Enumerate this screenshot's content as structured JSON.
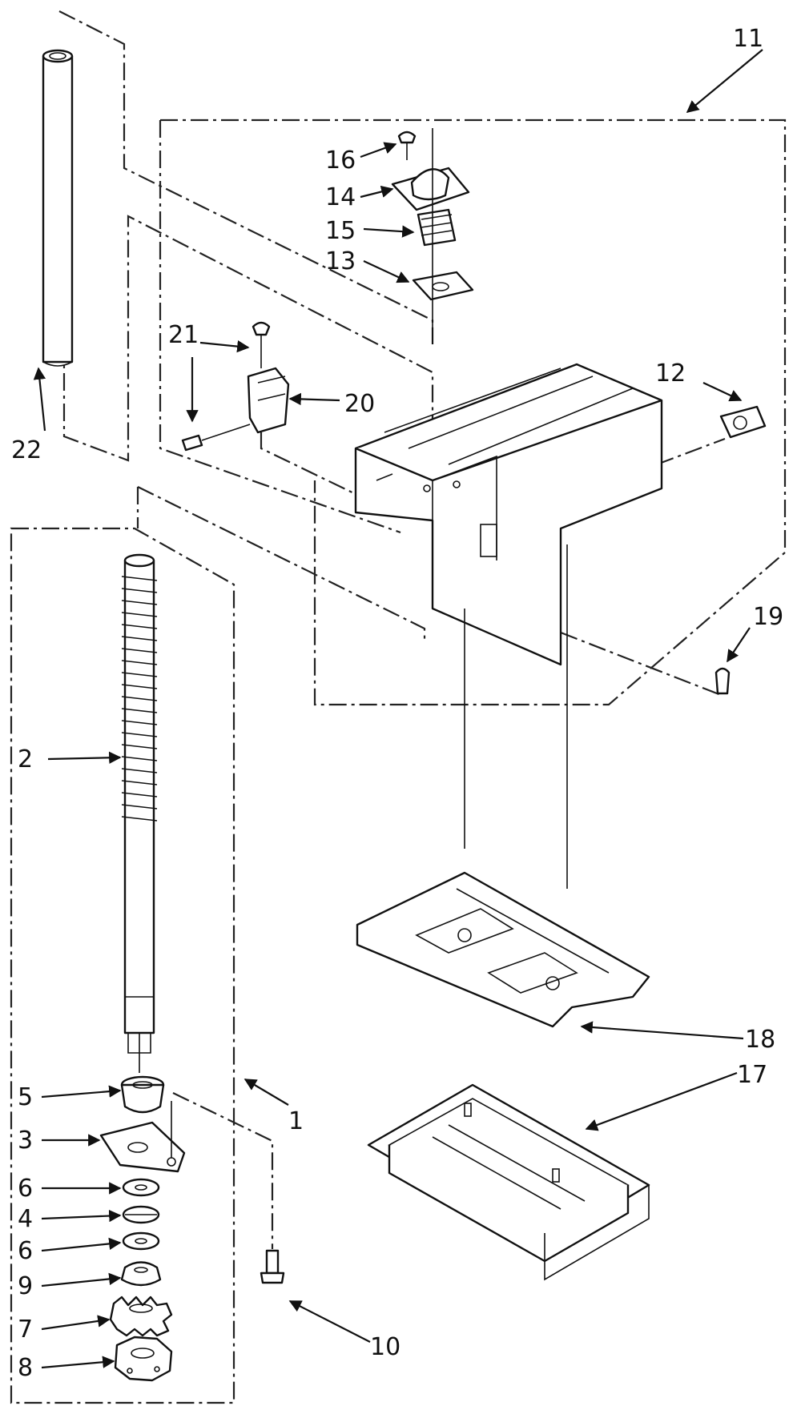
{
  "diagram": {
    "callouts": [
      {
        "id": "c1",
        "text": "1"
      },
      {
        "id": "c2",
        "text": "2"
      },
      {
        "id": "c3",
        "text": "3"
      },
      {
        "id": "c4",
        "text": "4"
      },
      {
        "id": "c5",
        "text": "5"
      },
      {
        "id": "c6a",
        "text": "6"
      },
      {
        "id": "c6b",
        "text": "6"
      },
      {
        "id": "c7",
        "text": "7"
      },
      {
        "id": "c8",
        "text": "8"
      },
      {
        "id": "c9",
        "text": "9"
      },
      {
        "id": "c10",
        "text": "10"
      },
      {
        "id": "c11",
        "text": "11"
      },
      {
        "id": "c12",
        "text": "12"
      },
      {
        "id": "c13",
        "text": "13"
      },
      {
        "id": "c14",
        "text": "14"
      },
      {
        "id": "c15",
        "text": "15"
      },
      {
        "id": "c16",
        "text": "16"
      },
      {
        "id": "c17",
        "text": "17"
      },
      {
        "id": "c18",
        "text": "18"
      },
      {
        "id": "c19",
        "text": "19"
      },
      {
        "id": "c20",
        "text": "20"
      },
      {
        "id": "c21",
        "text": "21"
      },
      {
        "id": "c22",
        "text": "22"
      }
    ]
  }
}
